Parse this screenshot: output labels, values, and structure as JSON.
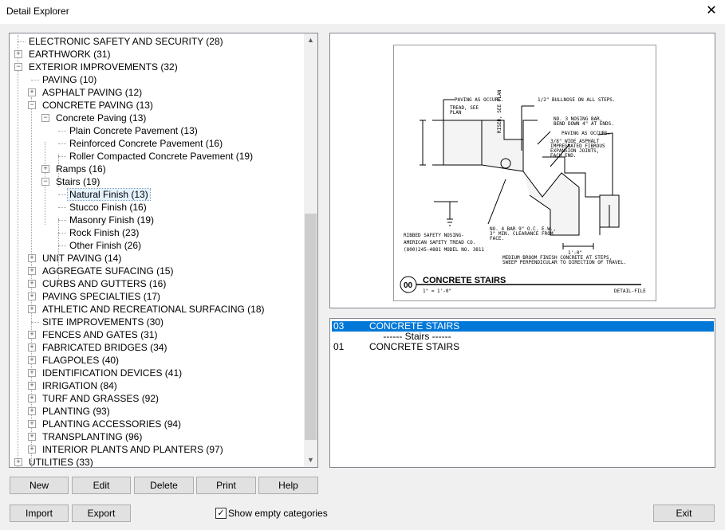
{
  "window": {
    "title": "Detail Explorer",
    "close_glyph": "✕"
  },
  "tree": {
    "items": [
      {
        "label": "ELECTRONIC SAFETY AND SECURITY (28)",
        "level": 0,
        "expander": "none"
      },
      {
        "label": "EARTHWORK (31)",
        "level": 0,
        "expander": "plus"
      },
      {
        "label": "EXTERIOR IMPROVEMENTS (32)",
        "level": 0,
        "expander": "minus"
      },
      {
        "label": "PAVING (10)",
        "level": 1,
        "expander": "none"
      },
      {
        "label": "ASPHALT PAVING (12)",
        "level": 1,
        "expander": "plus"
      },
      {
        "label": "CONCRETE PAVING (13)",
        "level": 1,
        "expander": "minus"
      },
      {
        "label": "Concrete Paving (13)",
        "level": 2,
        "expander": "minus"
      },
      {
        "label": "Plain Concrete Pavement (13)",
        "level": 3,
        "expander": "none"
      },
      {
        "label": "Reinforced Concrete Pavement (16)",
        "level": 3,
        "expander": "none"
      },
      {
        "label": "Roller Compacted Concrete Pavement (19)",
        "level": 3,
        "expander": "none"
      },
      {
        "label": "Ramps (16)",
        "level": 2,
        "expander": "plus"
      },
      {
        "label": "Stairs (19)",
        "level": 2,
        "expander": "minus"
      },
      {
        "label": "Natural Finish (13)",
        "level": 3,
        "expander": "none",
        "selected": true
      },
      {
        "label": "Stucco Finish (16)",
        "level": 3,
        "expander": "none"
      },
      {
        "label": "Masonry Finish (19)",
        "level": 3,
        "expander": "none"
      },
      {
        "label": "Rock Finish (23)",
        "level": 3,
        "expander": "none"
      },
      {
        "label": "Other Finish (26)",
        "level": 3,
        "expander": "none"
      },
      {
        "label": "UNIT PAVING (14)",
        "level": 1,
        "expander": "plus"
      },
      {
        "label": "AGGREGATE SUFACING (15)",
        "level": 1,
        "expander": "plus"
      },
      {
        "label": "CURBS AND GUTTERS (16)",
        "level": 1,
        "expander": "plus"
      },
      {
        "label": "PAVING SPECIALTIES (17)",
        "level": 1,
        "expander": "plus"
      },
      {
        "label": "ATHLETIC AND RECREATIONAL SURFACING (18)",
        "level": 1,
        "expander": "plus"
      },
      {
        "label": "SITE IMPROVEMENTS (30)",
        "level": 1,
        "expander": "none"
      },
      {
        "label": "FENCES AND GATES (31)",
        "level": 1,
        "expander": "plus"
      },
      {
        "label": "FABRICATED BRIDGES (34)",
        "level": 1,
        "expander": "plus"
      },
      {
        "label": "FLAGPOLES (40)",
        "level": 1,
        "expander": "plus"
      },
      {
        "label": "IDENTIFICATION DEVICES (41)",
        "level": 1,
        "expander": "plus"
      },
      {
        "label": "IRRIGATION (84)",
        "level": 1,
        "expander": "plus"
      },
      {
        "label": "TURF AND GRASSES (92)",
        "level": 1,
        "expander": "plus"
      },
      {
        "label": "PLANTING (93)",
        "level": 1,
        "expander": "plus"
      },
      {
        "label": "PLANTING ACCESSORIES (94)",
        "level": 1,
        "expander": "plus"
      },
      {
        "label": "TRANSPLANTING (96)",
        "level": 1,
        "expander": "plus"
      },
      {
        "label": "INTERIOR PLANTS AND PLANTERS (97)",
        "level": 1,
        "expander": "plus"
      },
      {
        "label": "UTILITIES (33)",
        "level": 0,
        "expander": "plus"
      }
    ],
    "scroll_up_icon": "▲",
    "scroll_down_icon": "▼"
  },
  "preview": {
    "detail_number": "00",
    "detail_title": "CONCRETE STAIRS",
    "scale": "1\" = 1'-0\"",
    "file_label": "DETAIL-FILE",
    "notes": {
      "paving": "PAVING AS OCCURS.",
      "tread1": "TREAD, SEE",
      "tread2": "PLAN",
      "riser": "RISER, SEE PLAN",
      "bullnose": "1/2\" BULLNOSE ON ALL STEPS.",
      "bar1": "NO. 3 NOSING BAR,",
      "bar2": "BEND DOWN 4\" AT ENDS.",
      "paving2": "PAVING AS OCCURS.",
      "asph1": "3/8\" WIDE ASPHALT",
      "asph2": "IMPREGNATED FIBROUS",
      "asph3": "EXPANSION JOINTS,",
      "asph4": "EACH END.",
      "nosing1": "RIBBED SAFETY NOSING-",
      "nosing2": "AMERICAN SAFETY TREAD CO.",
      "nosing3": "(800)245-4881 MODEL NO. 3811",
      "rebar1": "NO. 4 BAR 9\" O.C. E.W.,",
      "rebar2": "3\" MIN. CLEARANCE FROM",
      "rebar3": "FACE.",
      "broom1": "MEDIUM BROOM FINISH CONCRETE AT STEPS,",
      "broom2": "SWEEP PERPENDICULAR TO DIRECTION OF TRAVEL.",
      "dim": "1'-0\""
    }
  },
  "detail_list": {
    "rows": [
      {
        "num": "03",
        "name": "CONCRETE STAIRS",
        "selected": true
      },
      {
        "num": "",
        "name": "------ Stairs ------",
        "separator": true
      },
      {
        "num": "01",
        "name": "CONCRETE STAIRS"
      }
    ]
  },
  "buttons": {
    "new": "New",
    "edit": "Edit",
    "delete": "Delete",
    "print": "Print",
    "help": "Help",
    "import": "Import",
    "export": "Export",
    "exit": "Exit"
  },
  "show_empty": {
    "label": "Show empty categories",
    "checked": true,
    "check_glyph": "✓"
  }
}
